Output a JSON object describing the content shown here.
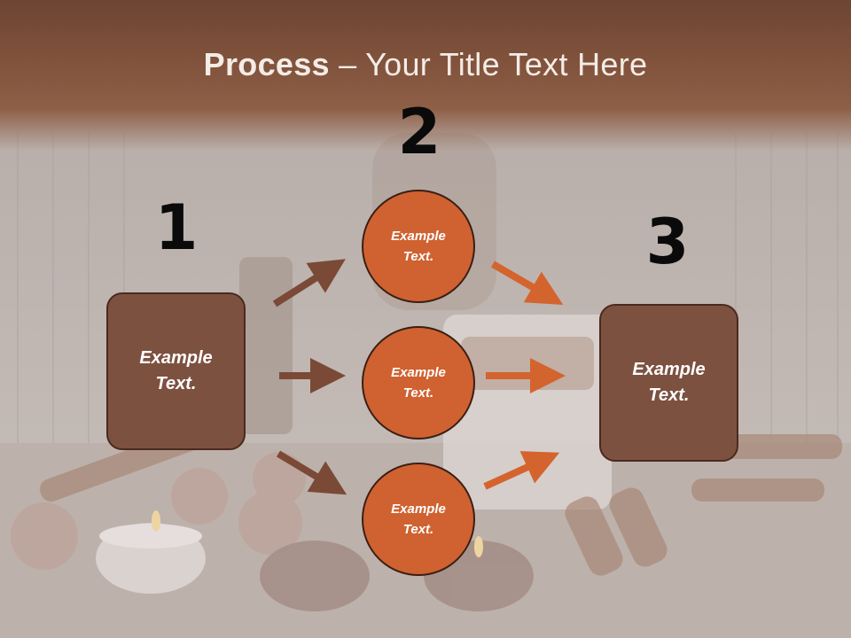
{
  "title": {
    "bold": "Process",
    "rest": " – Your Title Text Here"
  },
  "steps": {
    "one": "1",
    "two": "2",
    "three": "3"
  },
  "boxes": {
    "left": "Example\nText.",
    "right": "Example\nText."
  },
  "circles": {
    "top": "Example\nText.",
    "middle": "Example\nText.",
    "bottom": "Example\nText."
  },
  "colors": {
    "box_fill": "#7d5140",
    "circle_fill": "#cf6230",
    "arrow_brown": "#7a4a36",
    "arrow_orange": "#d4642e",
    "title_band": "#83543d"
  }
}
